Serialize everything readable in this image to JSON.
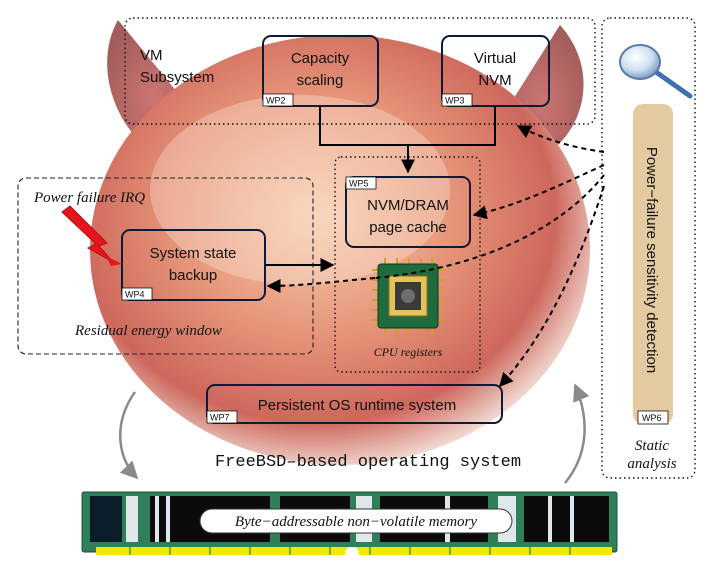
{
  "vm_subsystem": {
    "line1": "VM",
    "line2": "Subsystem"
  },
  "capacity_scaling": {
    "line1": "Capacity",
    "line2": "scaling",
    "wp": "WP2"
  },
  "virtual_nvm": {
    "line1": "Virtual",
    "line2": "NVM",
    "wp": "WP3"
  },
  "page_cache": {
    "line1": "NVM/DRAM",
    "line2": "page cache",
    "wp": "WP5"
  },
  "system_state_backup": {
    "line1": "System state",
    "line2": "backup",
    "wp": "WP4"
  },
  "power_failure_irq": "Power failure IRQ",
  "residual_energy_window": "Residual energy window",
  "cpu_registers": "CPU registers",
  "persistent_os": {
    "label": "Persistent OS runtime system",
    "wp": "WP7"
  },
  "os_label": "FreeBSD–based operating system",
  "nvm_memory": "Byte−addressable non−volatile memory",
  "sensitivity": {
    "label": "Power−failure sensitivity detection",
    "wp": "WP6"
  },
  "static_analysis": {
    "line1": "Static",
    "line2": "analysis"
  },
  "colors": {
    "accent_red": "#e8141b",
    "board_green": "#2f7f5a",
    "pins_yellow": "#f3e600",
    "bar_tan": "#e3caa0"
  }
}
